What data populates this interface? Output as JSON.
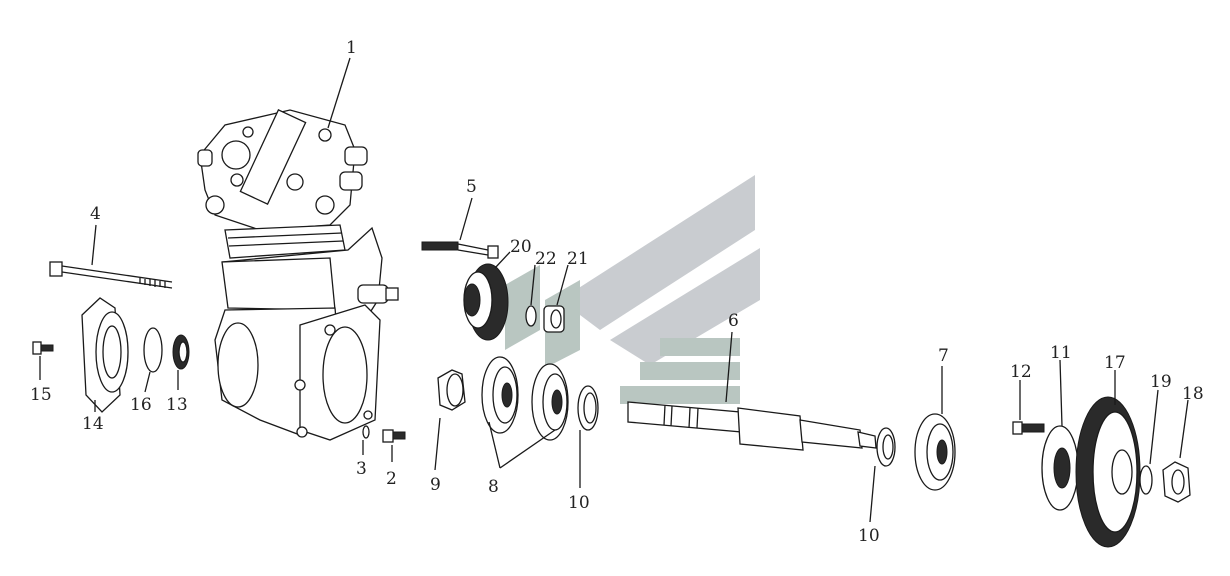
{
  "diagram": {
    "callouts": [
      {
        "id": "c1",
        "text": "1"
      },
      {
        "id": "c2",
        "text": "2"
      },
      {
        "id": "c3",
        "text": "3"
      },
      {
        "id": "c4",
        "text": "4"
      },
      {
        "id": "c5",
        "text": "5"
      },
      {
        "id": "c6",
        "text": "6"
      },
      {
        "id": "c7",
        "text": "7"
      },
      {
        "id": "c8",
        "text": "8"
      },
      {
        "id": "c9",
        "text": "9"
      },
      {
        "id": "c10a",
        "text": "10"
      },
      {
        "id": "c10b",
        "text": "10"
      },
      {
        "id": "c11",
        "text": "11"
      },
      {
        "id": "c12",
        "text": "12"
      },
      {
        "id": "c13",
        "text": "13"
      },
      {
        "id": "c14",
        "text": "14"
      },
      {
        "id": "c15",
        "text": "15"
      },
      {
        "id": "c16",
        "text": "16"
      },
      {
        "id": "c17",
        "text": "17"
      },
      {
        "id": "c18",
        "text": "18"
      },
      {
        "id": "c19",
        "text": "19"
      },
      {
        "id": "c20",
        "text": "20"
      },
      {
        "id": "c21",
        "text": "21"
      },
      {
        "id": "c22",
        "text": "22"
      }
    ]
  }
}
